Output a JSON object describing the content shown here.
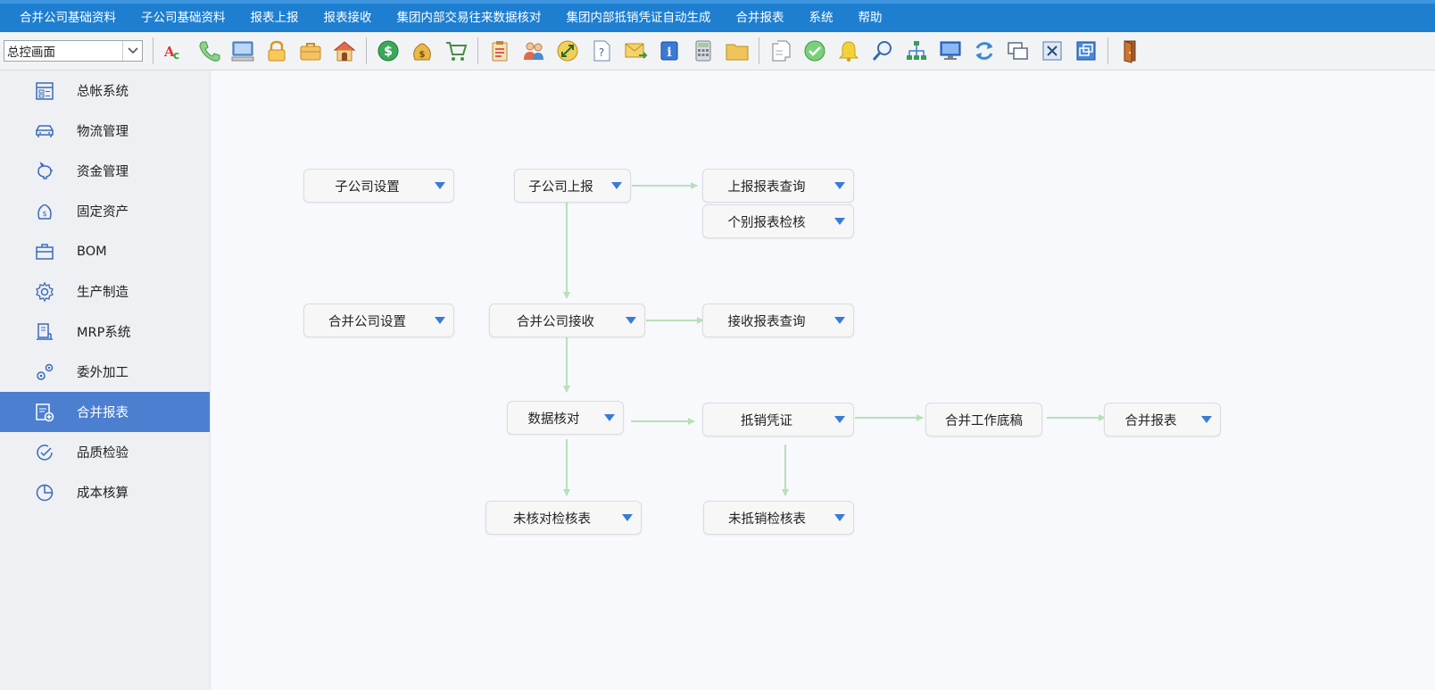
{
  "menu": [
    "合并公司基础资料",
    "子公司基础资料",
    "报表上报",
    "报表接收",
    "集团内部交易往来数据核对",
    "集团内部抵销凭证自动生成",
    "合并报表",
    "系统",
    "帮助"
  ],
  "toolbar": {
    "screen_select": "总控画面",
    "icons": [
      "abc-icon",
      "phone-icon",
      "computer-icon",
      "lock-icon",
      "briefcase-icon",
      "home-icon",
      "dollar-coin-icon",
      "money-bag-icon",
      "cart-icon",
      "clipboard-icon",
      "users-icon",
      "exchange-icon",
      "help-doc-icon",
      "mail-icon",
      "info-icon",
      "calculator-icon",
      "folder-icon",
      "copy-doc-icon",
      "check-circle-icon",
      "bell-icon",
      "search-icon",
      "org-chart-icon",
      "monitor-icon",
      "refresh-icon",
      "windows-icon",
      "close-box-icon",
      "window-restore-icon",
      "exit-door-icon"
    ]
  },
  "sidebar": {
    "active": 8,
    "items": [
      {
        "label": "总帐系统",
        "icon": "ledger-icon"
      },
      {
        "label": "物流管理",
        "icon": "truck-icon"
      },
      {
        "label": "资金管理",
        "icon": "piggy-bank-icon"
      },
      {
        "label": "固定资产",
        "icon": "money-bag-icon"
      },
      {
        "label": "BOM",
        "icon": "briefcase-icon"
      },
      {
        "label": "生产制造",
        "icon": "gear-icon"
      },
      {
        "label": "MRP系统",
        "icon": "document-stand-icon"
      },
      {
        "label": "委外加工",
        "icon": "gears-icon"
      },
      {
        "label": "合并报表",
        "icon": "report-add-icon"
      },
      {
        "label": "品质检验",
        "icon": "check-circle-icon"
      },
      {
        "label": "成本核算",
        "icon": "pie-chart-icon"
      }
    ]
  },
  "flow": {
    "nodes": [
      {
        "id": "sub-setup",
        "label": "子公司设置"
      },
      {
        "id": "sub-report",
        "label": "子公司上报"
      },
      {
        "id": "report-query",
        "label": "上报报表查询"
      },
      {
        "id": "individual-check",
        "label": "个别报表检核"
      },
      {
        "id": "parent-setup",
        "label": "合并公司设置"
      },
      {
        "id": "parent-receive",
        "label": "合并公司接收"
      },
      {
        "id": "receive-query",
        "label": "接收报表查询"
      },
      {
        "id": "data-check",
        "label": "数据核对"
      },
      {
        "id": "offset-voucher",
        "label": "抵销凭证"
      },
      {
        "id": "worksheet",
        "label": "合并工作底稿"
      },
      {
        "id": "consolidated",
        "label": "合并报表"
      },
      {
        "id": "unchecked",
        "label": "未核对检核表"
      },
      {
        "id": "unoffset",
        "label": "未抵销检核表"
      }
    ]
  },
  "colors": {
    "menubar": "#1e7fd0",
    "active": "#4c7fd0",
    "link": "#b8e0b8",
    "caret": "#3a7bd5"
  }
}
